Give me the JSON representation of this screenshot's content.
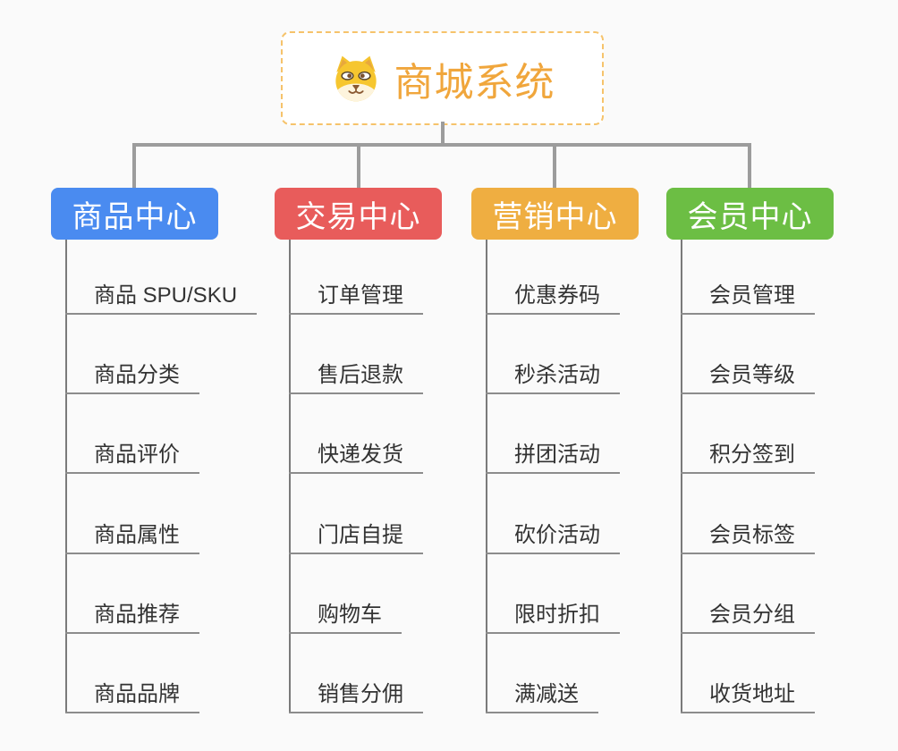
{
  "root": {
    "label": "商城系统",
    "icon": "dog-face-icon",
    "accent_color": "#F0A63C",
    "border_color": "#F6C36B"
  },
  "branches": [
    {
      "label": "商品中心",
      "color": "#4A8BF0",
      "children": [
        "商品 SPU/SKU",
        "商品分类",
        "商品评价",
        "商品属性",
        "商品推荐",
        "商品品牌"
      ]
    },
    {
      "label": "交易中心",
      "color": "#E85C5B",
      "children": [
        "订单管理",
        "售后退款",
        "快递发货",
        "门店自提",
        "购物车",
        "销售分佣"
      ]
    },
    {
      "label": "营销中心",
      "color": "#EFAE41",
      "children": [
        "优惠券码",
        "秒杀活动",
        "拼团活动",
        "砍价活动",
        "限时折扣",
        "满减送"
      ]
    },
    {
      "label": "会员中心",
      "color": "#6CBE44",
      "children": [
        "会员管理",
        "会员等级",
        "积分签到",
        "会员标签",
        "会员分组",
        "收货地址"
      ]
    }
  ],
  "connectors": {
    "line_color": "#9C9C9C",
    "underline_color": "#8C8C8C"
  },
  "canvas": {
    "background": "#FAFAFA"
  }
}
